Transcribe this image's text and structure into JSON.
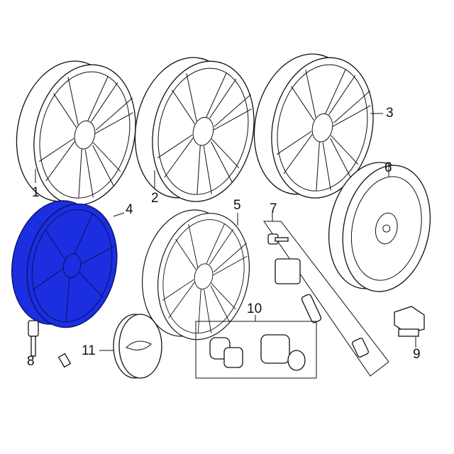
{
  "diagram": {
    "callouts": [
      {
        "id": "1",
        "label": "1"
      },
      {
        "id": "2",
        "label": "2"
      },
      {
        "id": "3",
        "label": "3"
      },
      {
        "id": "4",
        "label": "4"
      },
      {
        "id": "5",
        "label": "5"
      },
      {
        "id": "6",
        "label": "6"
      },
      {
        "id": "7",
        "label": "7"
      },
      {
        "id": "8",
        "label": "8"
      },
      {
        "id": "9",
        "label": "9"
      },
      {
        "id": "10",
        "label": "10"
      },
      {
        "id": "11",
        "label": "11"
      }
    ],
    "highlight_color": "#1b2ee0"
  }
}
